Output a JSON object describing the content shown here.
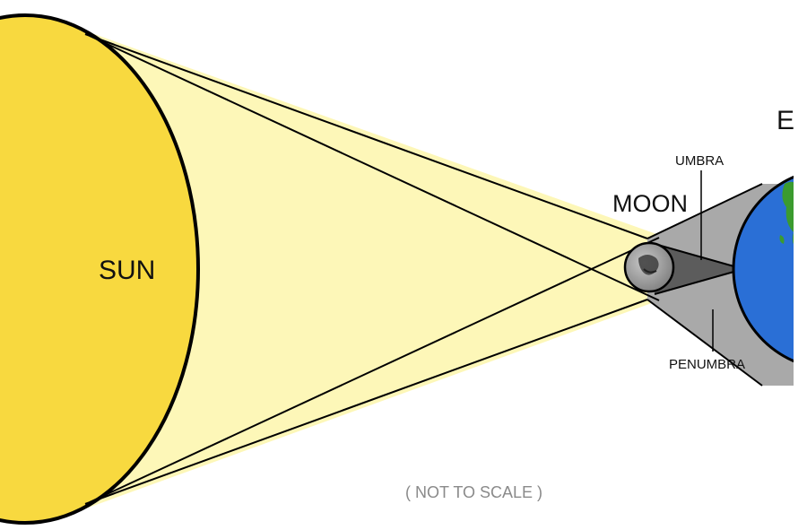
{
  "labels": {
    "sun": "SUN",
    "moon": "MOON",
    "earth": "E",
    "umbra": "UMBRA",
    "penumbra": "PENUMBRA",
    "note": "( NOT TO SCALE )"
  },
  "colors": {
    "sun_fill": "#f8d93f",
    "light_cone": "#fdf7b8",
    "penumbra_shade": "#a9a9a9",
    "umbra_shade": "#5a5a5a",
    "moon_fill": "#9a9a9a",
    "earth_ocean": "#2a6fd6",
    "earth_land": "#3b9b2f",
    "outline": "#000000"
  }
}
